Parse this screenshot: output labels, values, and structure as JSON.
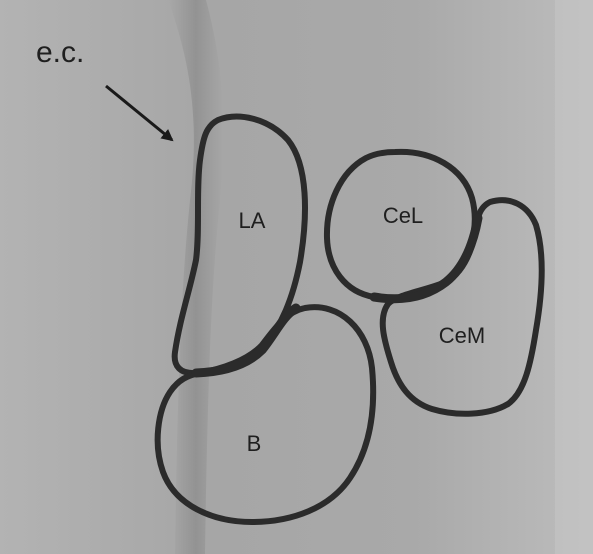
{
  "figure": {
    "annotation": "e.c.",
    "regions": {
      "la": "LA",
      "b": "B",
      "cel": "CeL",
      "cem": "CeM"
    }
  },
  "colors": {
    "background": "#a9a9a9",
    "outline": "#2b2b2b",
    "text": "#1f1f1f"
  }
}
